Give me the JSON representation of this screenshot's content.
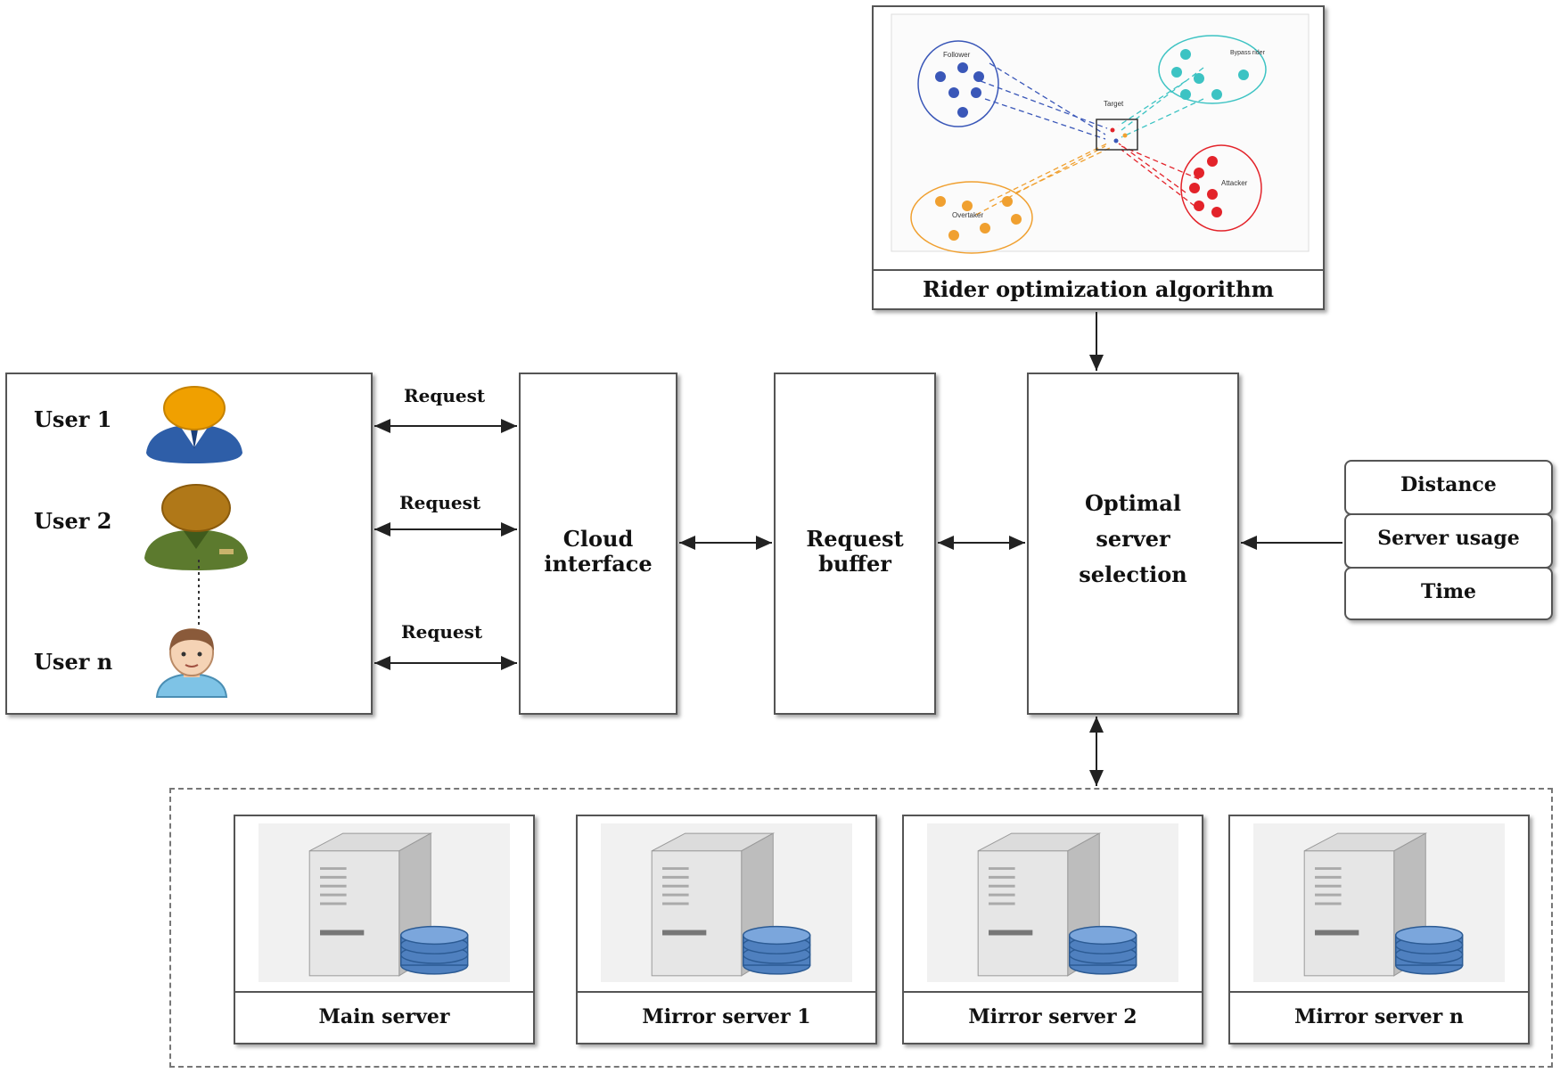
{
  "users_panel": {
    "users": [
      {
        "label": "User 1",
        "avatar_icon": "user-blue-icon"
      },
      {
        "label": "User 2",
        "avatar_icon": "user-green-icon"
      },
      {
        "label": "User n",
        "avatar_icon": "user-boy-icon"
      }
    ]
  },
  "arrows": {
    "request_labels": [
      "Request",
      "Request",
      "Request"
    ]
  },
  "blocks": {
    "cloud_interface": [
      "Cloud",
      "interface"
    ],
    "request_buffer": [
      "Request",
      "buffer"
    ],
    "optimal_server": [
      "Optimal",
      "server",
      "selection"
    ]
  },
  "algorithm": {
    "title": "Rider optimization algorithm",
    "groups": [
      {
        "name": "Follower",
        "color": "#3a57b8"
      },
      {
        "name": "Bypass rider",
        "color": "#3cc3c3"
      },
      {
        "name": "Overtaker",
        "color": "#f0a030"
      },
      {
        "name": "Attacker",
        "color": "#e3232a"
      }
    ],
    "target_label": "Target"
  },
  "parameters": [
    "Distance",
    "Server usage",
    "Time"
  ],
  "servers": [
    "Main server",
    "Mirror server 1",
    "Mirror server 2",
    "Mirror server n"
  ],
  "colors": {
    "border": "#555555",
    "server_db": "#4f80bf"
  }
}
